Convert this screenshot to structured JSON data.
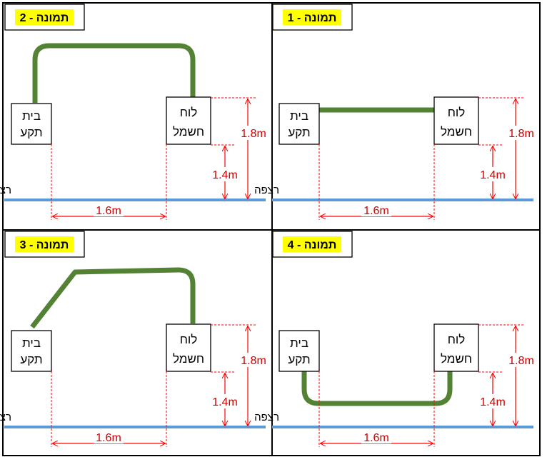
{
  "colors": {
    "cable": "#548235",
    "floor": "#5b9bd5",
    "dimension": "#ff0000",
    "highlight": "#ffff00",
    "border": "#000000"
  },
  "labels": {
    "socket_line1": "בית",
    "socket_line2": "תקע",
    "panel_line1": "לוח",
    "panel_line2": "חשמל",
    "floor": "רצפה",
    "height_panel": "1.8m",
    "height_socket": "1.4m",
    "width": "1.6m"
  },
  "panels": [
    {
      "title": "תמונה - 1",
      "route": "straight"
    },
    {
      "title": "תמונה - 2",
      "route": "over-top"
    },
    {
      "title": "תמונה - 3",
      "route": "diagonal-over-top"
    },
    {
      "title": "תמונה - 4",
      "route": "under-bottom"
    }
  ]
}
